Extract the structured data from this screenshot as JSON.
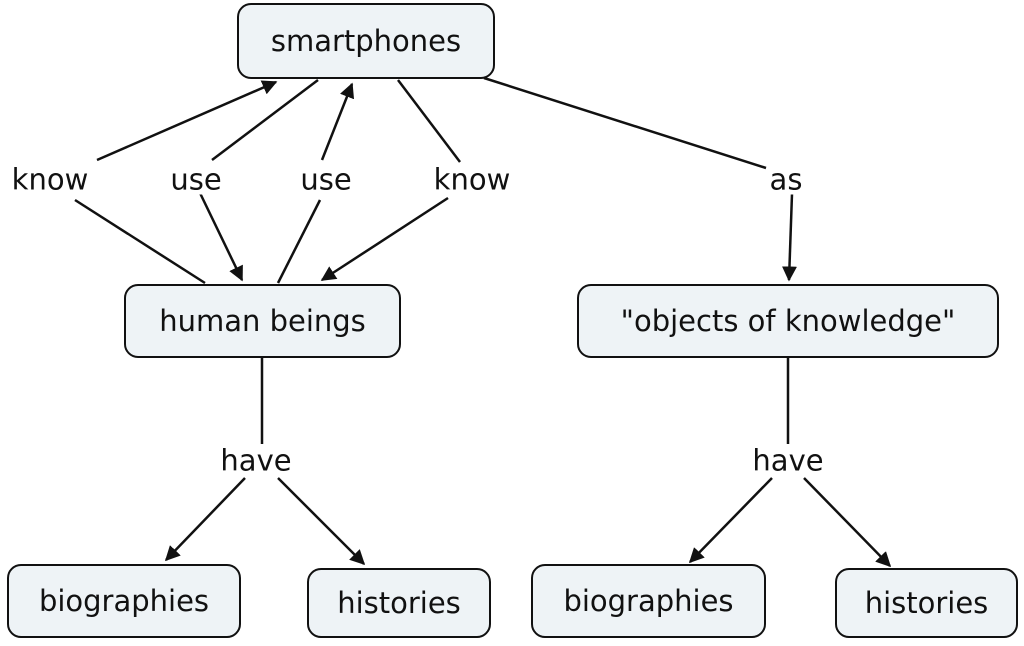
{
  "nodes": {
    "smartphones": "smartphones",
    "human_beings": "human beings",
    "objects_of_knowledge": "\"objects of knowledge\"",
    "biographies_left": "biographies",
    "histories_left": "histories",
    "biographies_right": "biographies",
    "histories_right": "histories"
  },
  "links": {
    "know_left": "know",
    "use_left": "use",
    "use_mid": "use",
    "know_right": "know",
    "as": "as",
    "have_left": "have",
    "have_right": "have"
  },
  "colors": {
    "node_fill": "#eef3f6",
    "stroke": "#111111",
    "background": "#ffffff"
  }
}
